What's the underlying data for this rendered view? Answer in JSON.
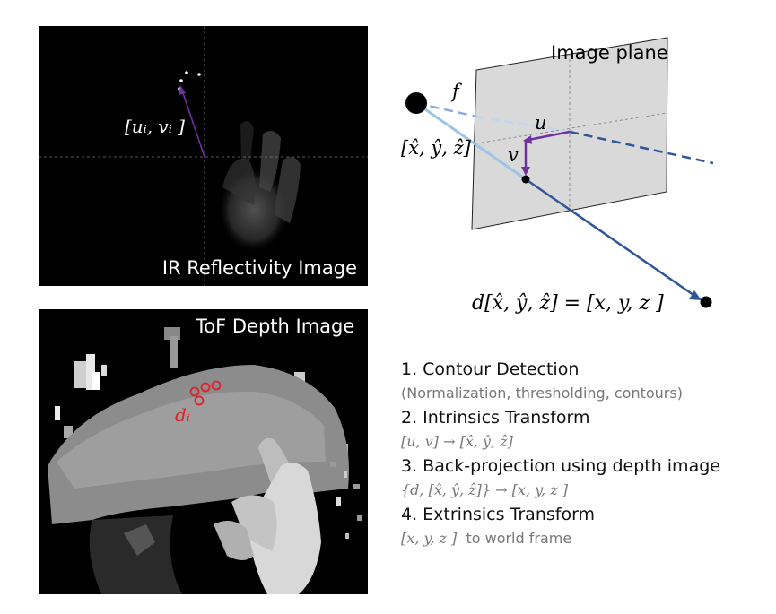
{
  "ir_panel": {
    "caption": "IR Reflectivity Image",
    "pixel_label": "[uᵢ, vᵢ ]"
  },
  "tof_panel": {
    "caption": "ToF Depth Image",
    "depth_label": "dᵢ"
  },
  "diagram": {
    "image_plane_label": "Image plane",
    "focal_label": "f",
    "u_label": "u",
    "v_label": "v",
    "ray_label": "[x̂, ŷ, ẑ]",
    "equation": "d[x̂, ŷ, ẑ] =  [x, y, z ]"
  },
  "steps": [
    {
      "title": "1. Contour Detection",
      "detail": "(Normalization, thresholding, contours)",
      "math": false
    },
    {
      "title": "2. Intrinsics Transform",
      "detail": "[u, v] → [x̂, ŷ, ẑ]",
      "math": true
    },
    {
      "title": "3. Back-projection using depth image",
      "detail": "{d, [x̂, ŷ, ẑ]} → [x, y, z ]",
      "math": true
    },
    {
      "title": "4. Extrinsics Transform",
      "detail": "[x, y, z ]",
      "detail_suffix": "  to world frame",
      "math": true
    }
  ],
  "colors": {
    "arrow_purple": "#7030a0",
    "ray_blue": "#2f5597",
    "marker_red": "#e0202a",
    "plane_gray": "#d9d9d9"
  }
}
